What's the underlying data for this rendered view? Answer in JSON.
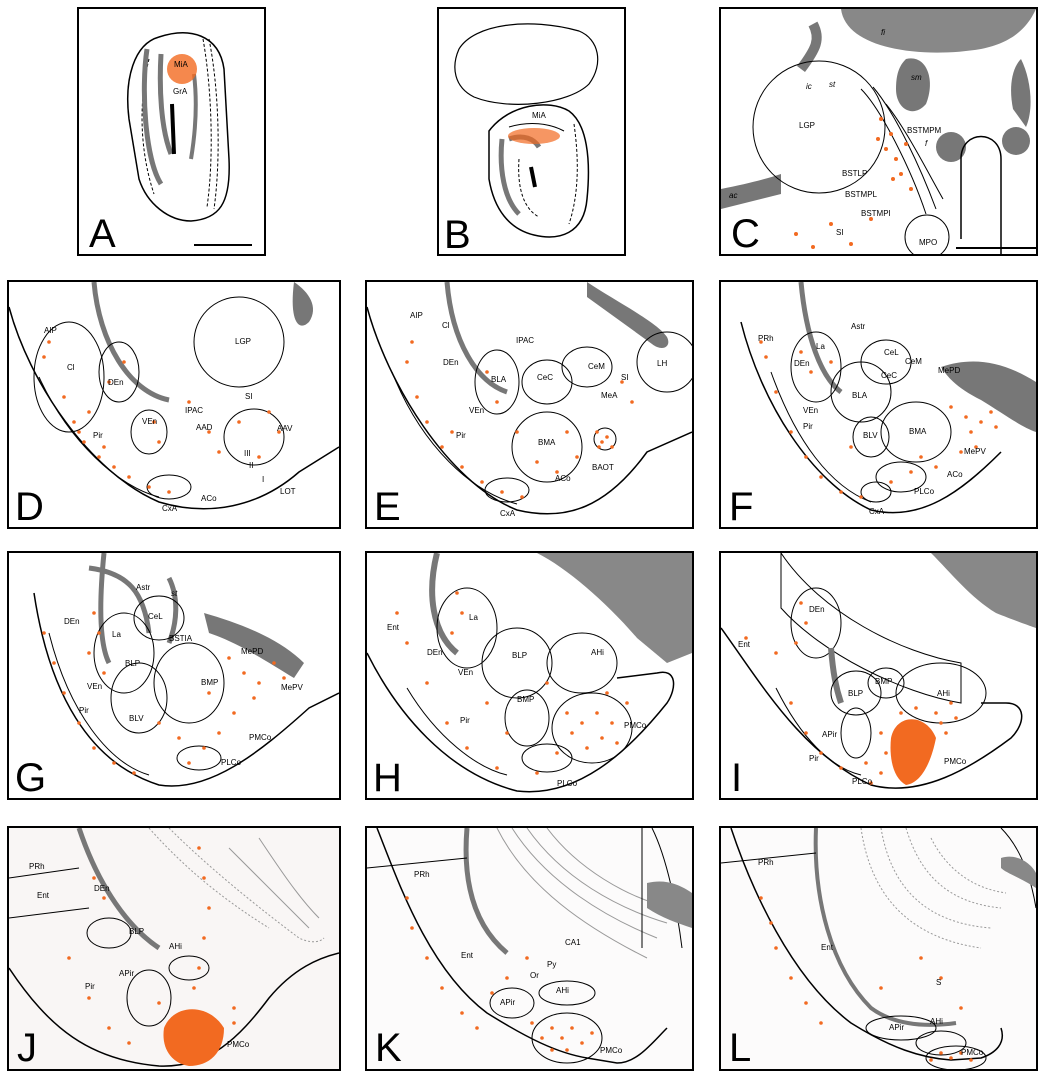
{
  "accent_color": "#f26a21",
  "panels": [
    {
      "letter": "A",
      "labels": [
        "MiA",
        "GrA"
      ]
    },
    {
      "letter": "B",
      "labels": [
        "MiA"
      ]
    },
    {
      "letter": "C",
      "labels": [
        "fi",
        "ic",
        "st",
        "sm",
        "LGP",
        "BSTMPM",
        "f",
        "BSTLP",
        "BSTMPL",
        "BSTMPI",
        "ac",
        "SI",
        "MPO"
      ]
    },
    {
      "letter": "D",
      "labels": [
        "AIP",
        "Cl",
        "LGP",
        "DEn",
        "IPAC",
        "SI",
        "VEn",
        "AAD",
        "AAV",
        "Pir",
        "III",
        "II",
        "I",
        "LOT",
        "CxA",
        "ACo"
      ]
    },
    {
      "letter": "E",
      "labels": [
        "AIP",
        "Cl",
        "IPAC",
        "CeM",
        "LH",
        "DEn",
        "BLA",
        "CeC",
        "SI",
        "MeA",
        "VEn",
        "BMA",
        "Pir",
        "BAOT",
        "ACo",
        "CxA"
      ]
    },
    {
      "letter": "F",
      "labels": [
        "PRh",
        "Astr",
        "La",
        "CeL",
        "CeM",
        "DEn",
        "CeC",
        "MePD",
        "BLA",
        "VEn",
        "Pir",
        "BLV",
        "BMA",
        "MePV",
        "ACo",
        "PLCo",
        "CxA"
      ]
    },
    {
      "letter": "G",
      "labels": [
        "Astr",
        "st",
        "CeL",
        "DEn",
        "La",
        "BSTIA",
        "MePD",
        "BLP",
        "VEn",
        "BMP",
        "Pir",
        "BLV",
        "MePV",
        "PMCo",
        "PLCo"
      ]
    },
    {
      "letter": "H",
      "labels": [
        "Ent",
        "La",
        "DEn",
        "BLP",
        "VEn",
        "AHi",
        "BMP",
        "Pir",
        "PMCo",
        "PLCo"
      ]
    },
    {
      "letter": "I",
      "labels": [
        "DEn",
        "Ent",
        "BLP",
        "BMP",
        "AHi",
        "APir",
        "Pir",
        "PMCo",
        "PLCo"
      ]
    },
    {
      "letter": "J",
      "labels": [
        "PRh",
        "DEn",
        "Ent",
        "BLP",
        "AHi",
        "APir",
        "Pir",
        "PMCo"
      ]
    },
    {
      "letter": "K",
      "labels": [
        "PRh",
        "CA1",
        "Ent",
        "Py",
        "Or",
        "APir",
        "AHi",
        "PMCo"
      ]
    },
    {
      "letter": "L",
      "labels": [
        "PRh",
        "Ent",
        "S",
        "APir",
        "AHi",
        "PMCo"
      ]
    }
  ]
}
